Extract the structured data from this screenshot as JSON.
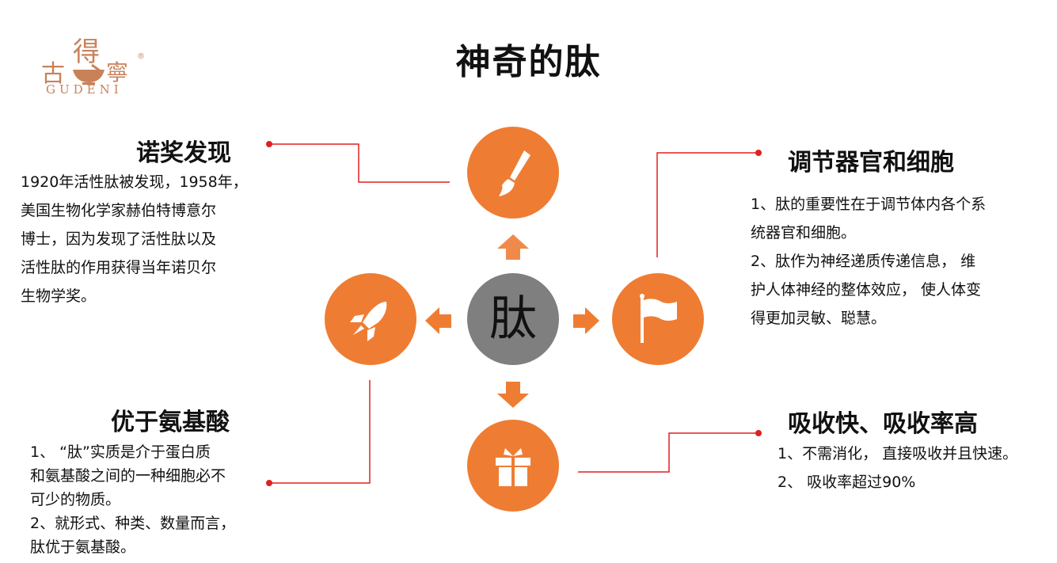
{
  "title": "神奇的肽",
  "logo": {
    "char_top": "得",
    "char_left": "古",
    "char_right": "寧",
    "latin": "GUDENI",
    "registered": "®"
  },
  "center_label": "肽",
  "colors": {
    "accent": "#ee7d33",
    "arrow": "#f08a4b",
    "center": "#7f7f7f",
    "connector": "#e02020"
  },
  "sections": {
    "top_left": {
      "heading": "诺奖发现",
      "lines": [
        "1920年活性肽被发现，1958年，",
        "美国生物化学家赫伯特博意尔",
        "博士，因为发现了活性肽以及",
        "活性肽的作用获得当年诺贝尔",
        "生物学奖。"
      ]
    },
    "top_right": {
      "heading": "调节器官和细胞",
      "lines": [
        "1、肽的重要性在于调节体内各个系",
        "统器官和细胞。",
        "2、肽作为神经递质传递信息，  维",
        "护人体神经的整体效应，  使人体变",
        "得更加灵敏、聪慧。"
      ]
    },
    "bottom_left": {
      "heading": "优于氨基酸",
      "lines": [
        "1、 “肽”实质是介于蛋白质",
        "和氨基酸之间的一种细胞必不",
        "可少的物质。",
        "2、就形式、种类、数量而言，",
        "肽优于氨基酸。"
      ]
    },
    "bottom_right": {
      "heading": "吸收快、吸收率高",
      "lines": [
        "1、不需消化，  直接吸收并且快速。",
        "2、  吸收率超过90%"
      ]
    }
  },
  "icons": {
    "top": "paintbrush-icon",
    "left": "rocket-icon",
    "right": "flag-icon",
    "bottom": "gift-icon"
  }
}
